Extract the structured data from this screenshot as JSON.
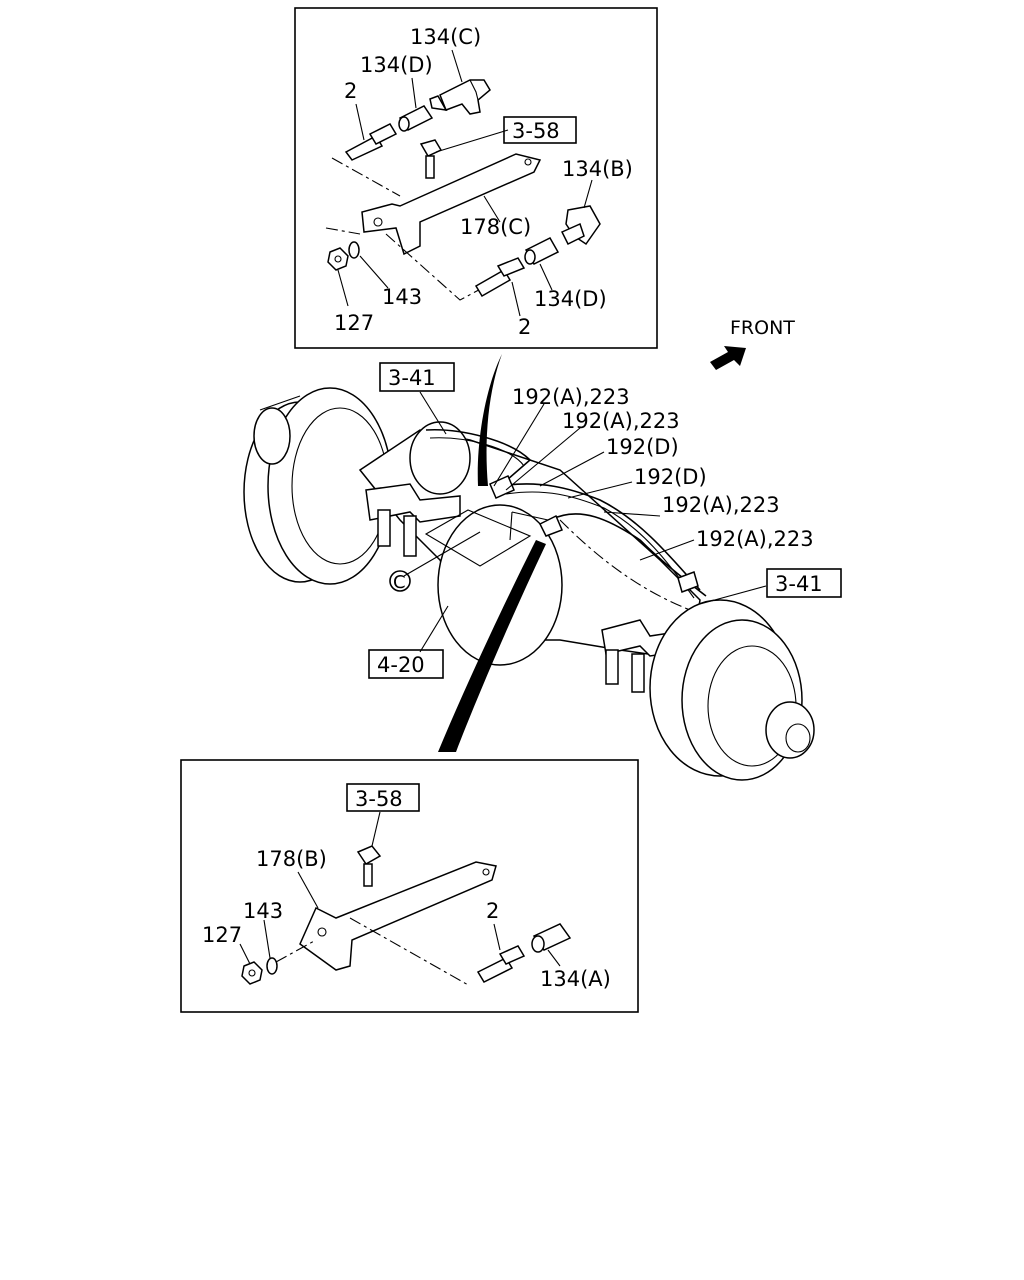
{
  "front_label": "FRONT",
  "upper_inset": {
    "ref_box": "3-58",
    "labels": {
      "tee_c": "134(C)",
      "coupler_d_top": "134(D)",
      "nipple_top": "2",
      "elbow_b": "134(B)",
      "bracket_c": "178(C)",
      "washer": "143",
      "nut": "127",
      "coupler_d_bottom": "134(D)",
      "nipple_bottom": "2"
    }
  },
  "main": {
    "ref_box_left": "3-41",
    "ref_box_right": "3-41",
    "ref_box_axle": "4-20",
    "circle_c": "C",
    "pipe_labels": [
      "192(A),223",
      "192(A),223",
      "192(D)",
      "192(D)",
      "192(A),223",
      "192(A),223"
    ]
  },
  "lower_inset": {
    "ref_box": "3-58",
    "labels": {
      "bracket_b": "178(B)",
      "washer": "143",
      "nut": "127",
      "nipple": "2",
      "coupler_a": "134(A)"
    }
  }
}
